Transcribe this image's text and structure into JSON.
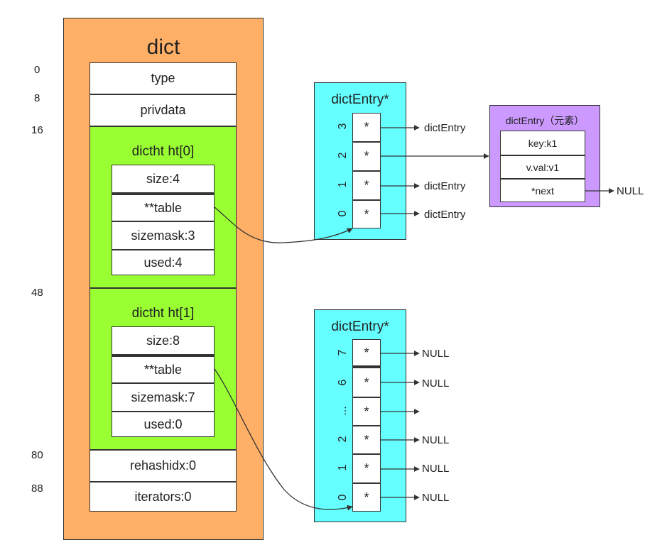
{
  "offsets": [
    "0",
    "8",
    "16",
    "48",
    "80",
    "88"
  ],
  "dict": {
    "title": "dict",
    "type": "type",
    "privdata": "privdata",
    "rehashidx": "rehashidx:0",
    "iterators": "iterators:0"
  },
  "ht0": {
    "title": "dictht ht[0]",
    "size": "size:4",
    "table": "**table",
    "sizemask": "sizemask:3",
    "used": "used:4"
  },
  "ht1": {
    "title": "dictht ht[1]",
    "size": "size:8",
    "table": "**table",
    "sizemask": "sizemask:7",
    "used": "used:0"
  },
  "table0": {
    "title": "dictEntry*",
    "star": "*",
    "slots": [
      {
        "index": "3",
        "target": "dictEntry"
      },
      {
        "index": "2",
        "target": ""
      },
      {
        "index": "1",
        "target": "dictEntry"
      },
      {
        "index": "0",
        "target": "dictEntry"
      }
    ]
  },
  "entry": {
    "title": "dictEntry（元素）",
    "key": "key:k1",
    "val": "v.val:v1",
    "next": "*next",
    "next_target": "NULL"
  },
  "table1": {
    "title": "dictEntry*",
    "star": "*",
    "slots": [
      {
        "index": "7",
        "target": "NULL"
      },
      {
        "index": "6",
        "target": "NULL"
      },
      {
        "index": "...",
        "target": ""
      },
      {
        "index": "2",
        "target": "NULL"
      },
      {
        "index": "1",
        "target": "NULL"
      },
      {
        "index": "0",
        "target": "NULL"
      }
    ]
  },
  "colors": {
    "dict": "#FFB066",
    "ht": "#99FF33",
    "table": "#66FFFF",
    "entry": "#CC99FF"
  }
}
